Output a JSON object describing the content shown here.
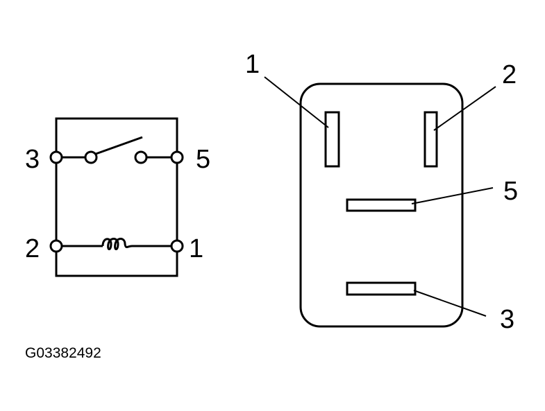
{
  "schematic": {
    "terminal_3": "3",
    "terminal_5": "5",
    "terminal_2": "2",
    "terminal_1": "1"
  },
  "connector": {
    "pin_1": "1",
    "pin_2": "2",
    "pin_5": "5",
    "pin_3": "3"
  },
  "figure_code": "G03382492"
}
